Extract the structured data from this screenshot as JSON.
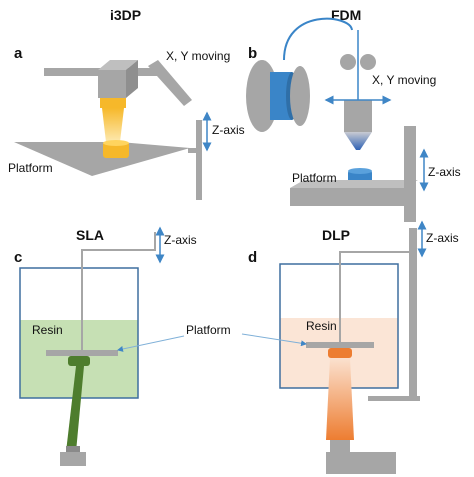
{
  "panels": {
    "a": {
      "letter": "a",
      "title": "i3DP",
      "move_label": "X, Y moving",
      "axis_label": "Z-axis",
      "platform_label": "Platform"
    },
    "b": {
      "letter": "b",
      "title": "FDM",
      "move_label": "X, Y moving",
      "axis_label": "Z-axis",
      "platform_label": "Platform"
    },
    "c": {
      "letter": "c",
      "title": "SLA",
      "axis_label": "Z-axis",
      "resin_label": "Resin"
    },
    "d": {
      "letter": "d",
      "title": "DLP",
      "axis_label": "Z-axis",
      "resin_label": "Resin"
    }
  },
  "shared": {
    "platform_label": "Platform"
  },
  "colors": {
    "gray": "#a6a6a6",
    "gray_dark": "#8a8a8a",
    "blue": "#3a85c8",
    "arrow_blue": "#3f86c6",
    "yellow": "#f6b82a",
    "green": "#4e7d2d",
    "resin_green": "#c6e0b4",
    "resin_peach": "#fbe5d6",
    "orange": "#ed7d31",
    "tank_border": "#3f6f9f"
  }
}
